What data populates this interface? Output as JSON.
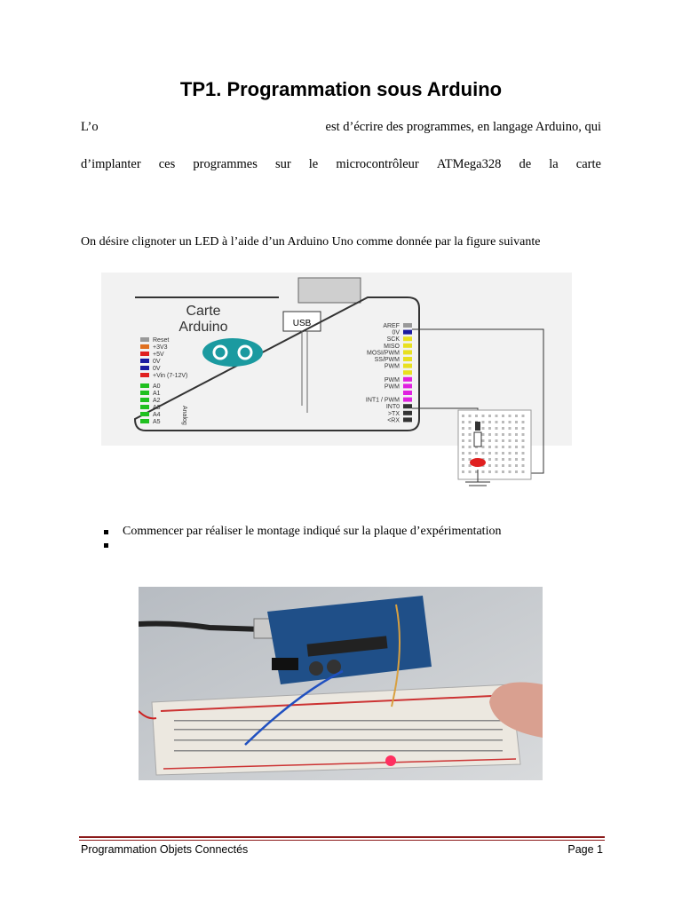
{
  "title": "TP1. Programmation sous Arduino",
  "intro": {
    "line1_left": "L’o",
    "line1_right": "est d’écrire des programmes, en langage Arduino, qui",
    "line2_words": [
      "d’implanter",
      "ces",
      "programmes",
      "sur",
      "le",
      "microcontrôleur",
      "ATMega328",
      "de",
      "la",
      "carte"
    ]
  },
  "task_text": "On désire clignoter un LED à l’aide d’un Arduino Uno comme donnée par la figure suivante",
  "diagram": {
    "board_label_1": "Carte",
    "board_label_2": "Arduino",
    "usb_label": "USB",
    "left_pins": [
      "Reset",
      "+3V3",
      "+5V",
      "0V",
      "0V",
      "+Vin (7-12V)",
      "A0",
      "A1",
      "A2",
      "A3",
      "A4",
      "A5"
    ],
    "analog_label": "Analog",
    "right_pins": [
      "AREF",
      "0V",
      "SCK",
      "MISO",
      "MOSI/PWM",
      "SS/PWM",
      "PWM",
      "",
      "PWM",
      "PWM",
      "",
      "INT1 / PWM",
      "INT0",
      ">TX",
      "<RX"
    ]
  },
  "bullets": [
    "Commencer par réaliser le montage indiqué sur la plaque d’expérimentation",
    ""
  ],
  "footer": {
    "left": "Programmation Objets Connectés",
    "right": "Page 1"
  }
}
